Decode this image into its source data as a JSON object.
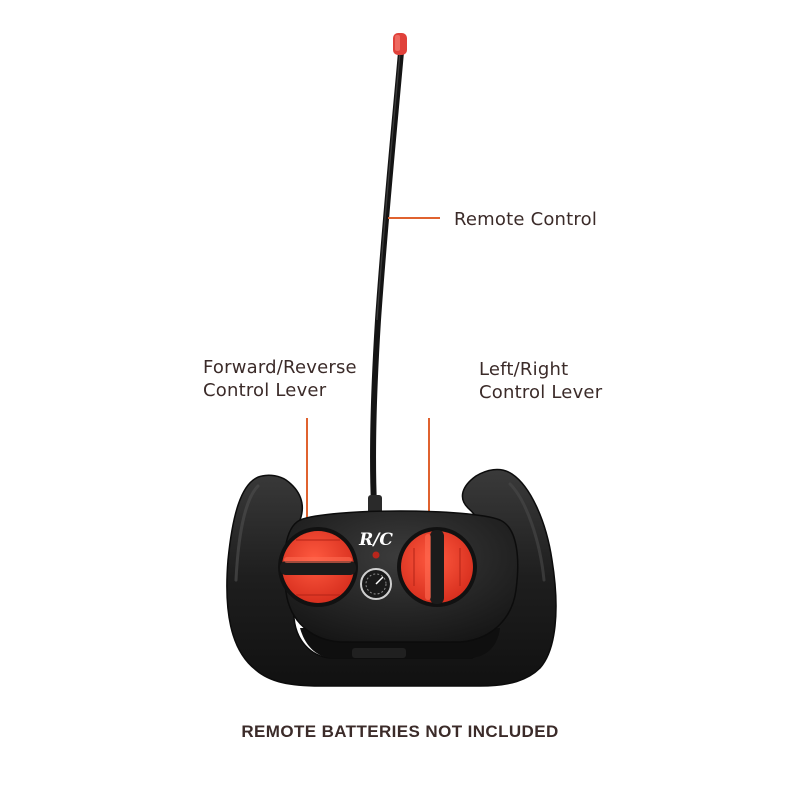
{
  "labels": {
    "remote_control": "Remote Control",
    "forward_reverse": [
      "Forward/Reverse",
      "Control Lever"
    ],
    "left_right": [
      "Left/Right",
      "Control Lever"
    ]
  },
  "device": {
    "brand_mark": "R/C"
  },
  "notice": "REMOTE BATTERIES NOT INCLUDED",
  "colors": {
    "pointer": "#e0622f",
    "body": "#1b1b1b",
    "lever": "#f2412f",
    "antenna_tip": "#e0413a"
  }
}
